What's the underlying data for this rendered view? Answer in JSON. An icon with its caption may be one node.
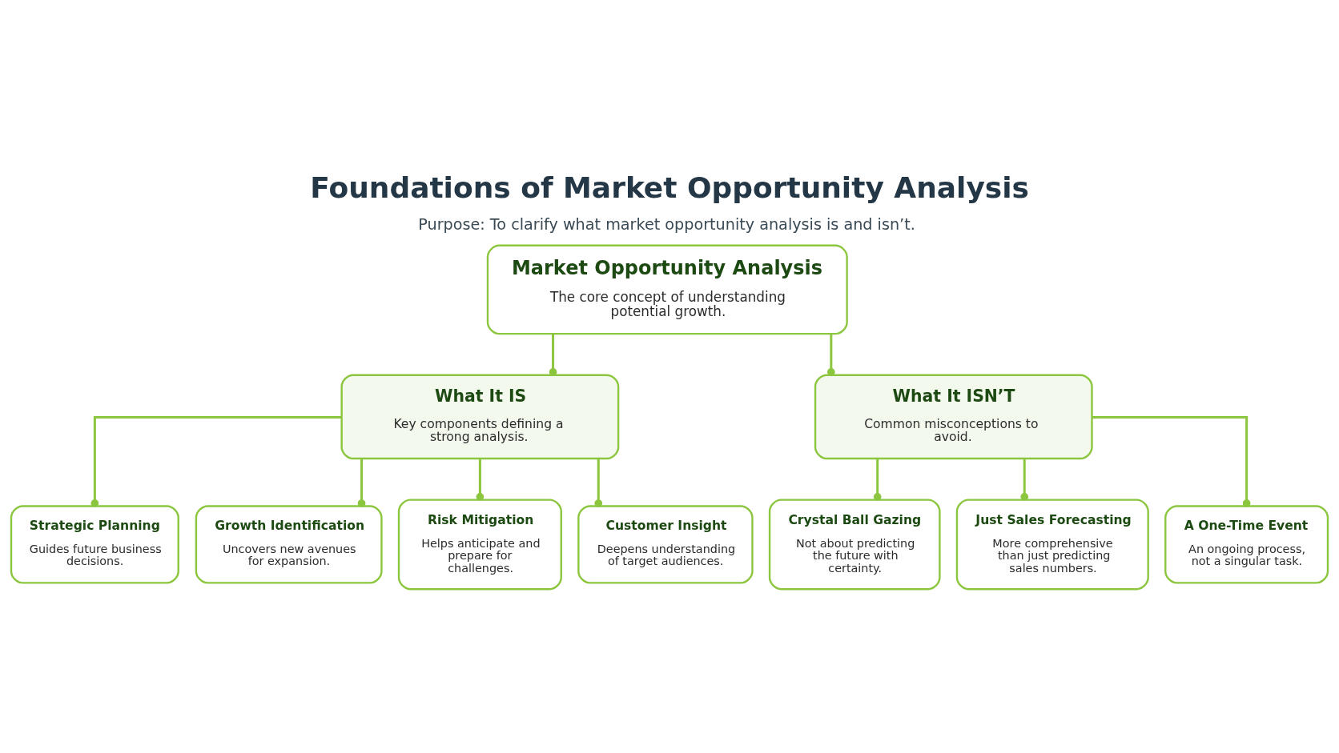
{
  "diagram": {
    "title": "Foundations of Market Opportunity Analysis",
    "caption": "Purpose: To clarify what market opportunity analysis is and isn’t.",
    "nodes": [
      {
        "text": [
          "Market Opportunity Analysis",
          "The core concept of understanding potential growth."
        ]
      },
      {
        "text": [
          "What It IS",
          "Key components defining a strong analysis."
        ]
      },
      {
        "text": [
          "What It ISN’T",
          "Common misconceptions to avoid."
        ]
      },
      {
        "text": [
          "Strategic Planning",
          "Guides future business decisions."
        ]
      },
      {
        "text": [
          "Growth Identification",
          "Uncovers new avenues for expansion."
        ]
      },
      {
        "text": [
          "Risk Mitigation",
          "Helps anticipate and prepare for challenges."
        ]
      },
      {
        "text": [
          "Customer Insight",
          "Deepens understanding of target audiences."
        ]
      },
      {
        "text": [
          "Crystal Ball Gazing",
          "Not about predicting the future with certainty."
        ]
      },
      {
        "text": [
          "Just Sales Forecasting",
          "More comprehensive than just predicting sales numbers."
        ]
      },
      {
        "text": [
          "A One-Time Event",
          "An ongoing process, not a singular task."
        ]
      }
    ],
    "edges": [
      {
        "from": 0,
        "to": 1,
        "arrow": "other"
      },
      {
        "from": 0,
        "to": 2,
        "arrow": "other"
      },
      {
        "from": 1,
        "to": 3,
        "arrow": "other"
      },
      {
        "from": 1,
        "to": 4,
        "arrow": "other"
      },
      {
        "from": 1,
        "to": 5,
        "arrow": "other"
      },
      {
        "from": 1,
        "to": 6,
        "arrow": "other"
      },
      {
        "from": 2,
        "to": 7,
        "arrow": "other"
      },
      {
        "from": 2,
        "to": 8,
        "arrow": "other"
      },
      {
        "from": 2,
        "to": 9,
        "arrow": "other"
      }
    ]
  }
}
